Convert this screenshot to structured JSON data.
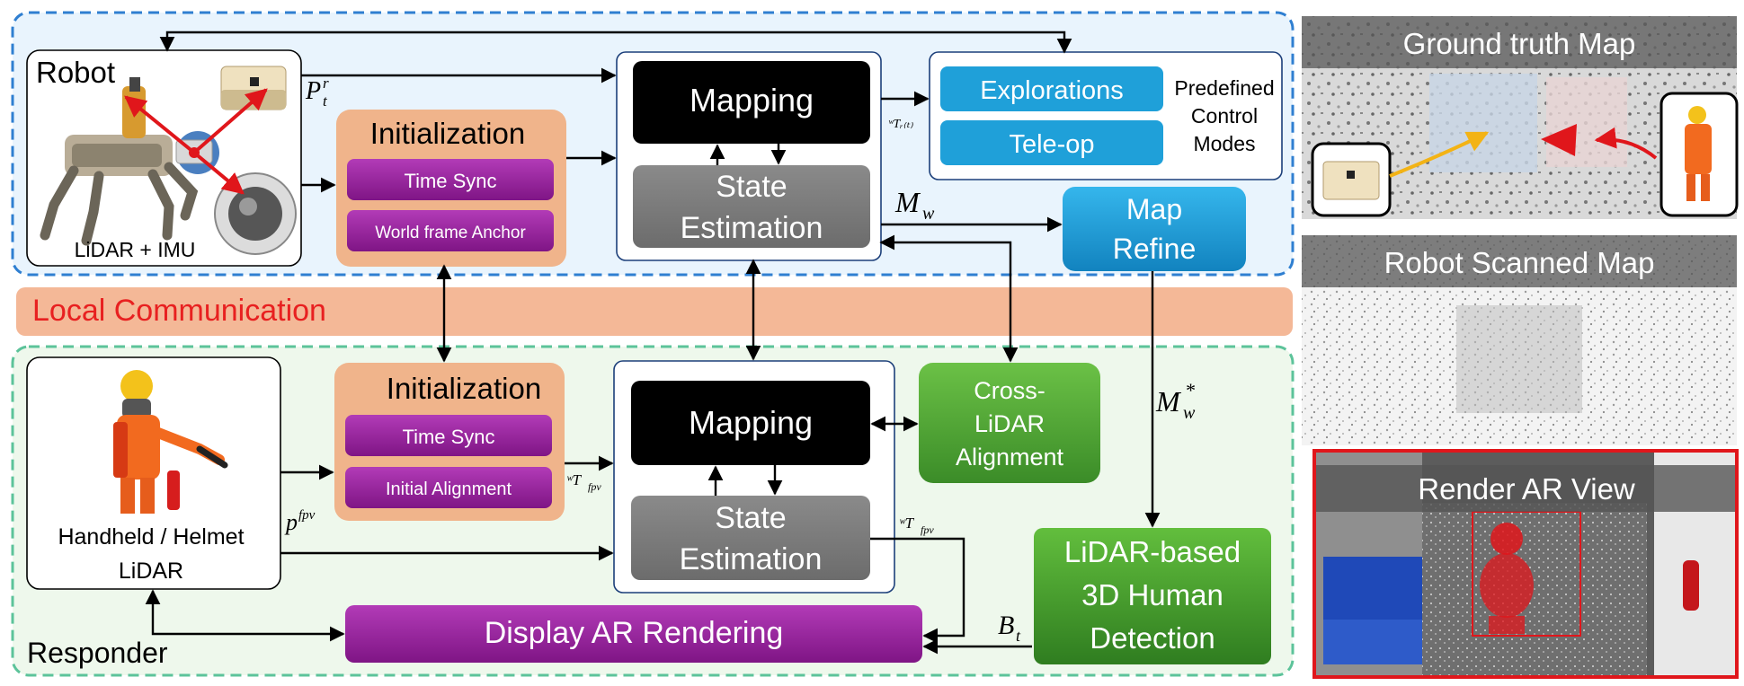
{
  "robot": {
    "title": "Robot",
    "sensor_label": "LiDAR + IMU",
    "pose_label": "P",
    "pose_sub": "t",
    "pose_sup": "r"
  },
  "responder": {
    "title": "Responder",
    "sensor_label_line1": "Handheld / Helmet",
    "sensor_label_line2": "LiDAR",
    "pose_label": "p",
    "pose_sup": "fpv"
  },
  "robot_init": {
    "title": "Initialization",
    "buttons": [
      "Time Sync",
      "World frame Anchor"
    ]
  },
  "responder_init": {
    "title": "Initialization",
    "buttons": [
      "Time Sync",
      "Initial Alignment"
    ]
  },
  "robot_slam": {
    "mapping": "Mapping",
    "state_line1": "State",
    "state_line2": "Estimation"
  },
  "responder_slam": {
    "mapping": "Mapping",
    "state_line1": "State",
    "state_line2": "Estimation"
  },
  "control": {
    "buttons": [
      "Explorations",
      "Tele-op"
    ],
    "label_lines": [
      "Predefined",
      "Control",
      "Modes"
    ]
  },
  "map_refine": {
    "line1": "Map",
    "line2": "Refine"
  },
  "local_comm": "Local Communication",
  "cross_lidar": {
    "lines": [
      "Cross-",
      "LiDAR",
      "Alignment"
    ]
  },
  "human_detection": {
    "lines": [
      "LiDAR-based",
      "3D Human",
      "Detection"
    ]
  },
  "display_ar": "Display AR Rendering",
  "math": {
    "map_w": "M",
    "map_w_sub": "w",
    "map_refined": "M",
    "map_refined_sub": "w",
    "map_refined_sup": "*",
    "tr_robot": "ʷTᵣ₍ₜ₎",
    "tr_fpv_a": "ʷT",
    "tr_fpv_b": "ʷT",
    "tr_fpv_sub": "fpv",
    "boxes": "B",
    "boxes_sub": "t"
  },
  "panels": {
    "ground_truth": "Ground truth Map",
    "robot_scanned": "Robot Scanned Map",
    "render_ar": "Render AR View"
  },
  "colors": {
    "robot_bg": "#e9f4fd",
    "robot_border": "#2f7fd1",
    "responder_bg": "#eef8ec",
    "responder_border": "#5cc39a",
    "comm_band": "#f4b897",
    "comm_text": "#e82020",
    "init_bg": "#f0b48b",
    "purple": "#9a1f9f",
    "mapping": "#000000",
    "state": "#7a7a7a",
    "cyan": "#1fa0d9",
    "green": "#58ac36",
    "red_frame": "#e0161b"
  }
}
